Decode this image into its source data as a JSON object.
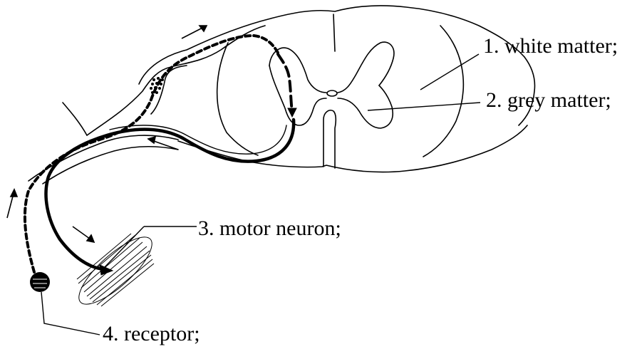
{
  "labels": {
    "white_matter": "1.  white matter;",
    "grey_matter": "2.  grey matter;",
    "motor_neuron": "3.  motor neuron;",
    "receptor": "4.  receptor;"
  },
  "colors": {
    "line": "#000000",
    "background": "#ffffff"
  }
}
